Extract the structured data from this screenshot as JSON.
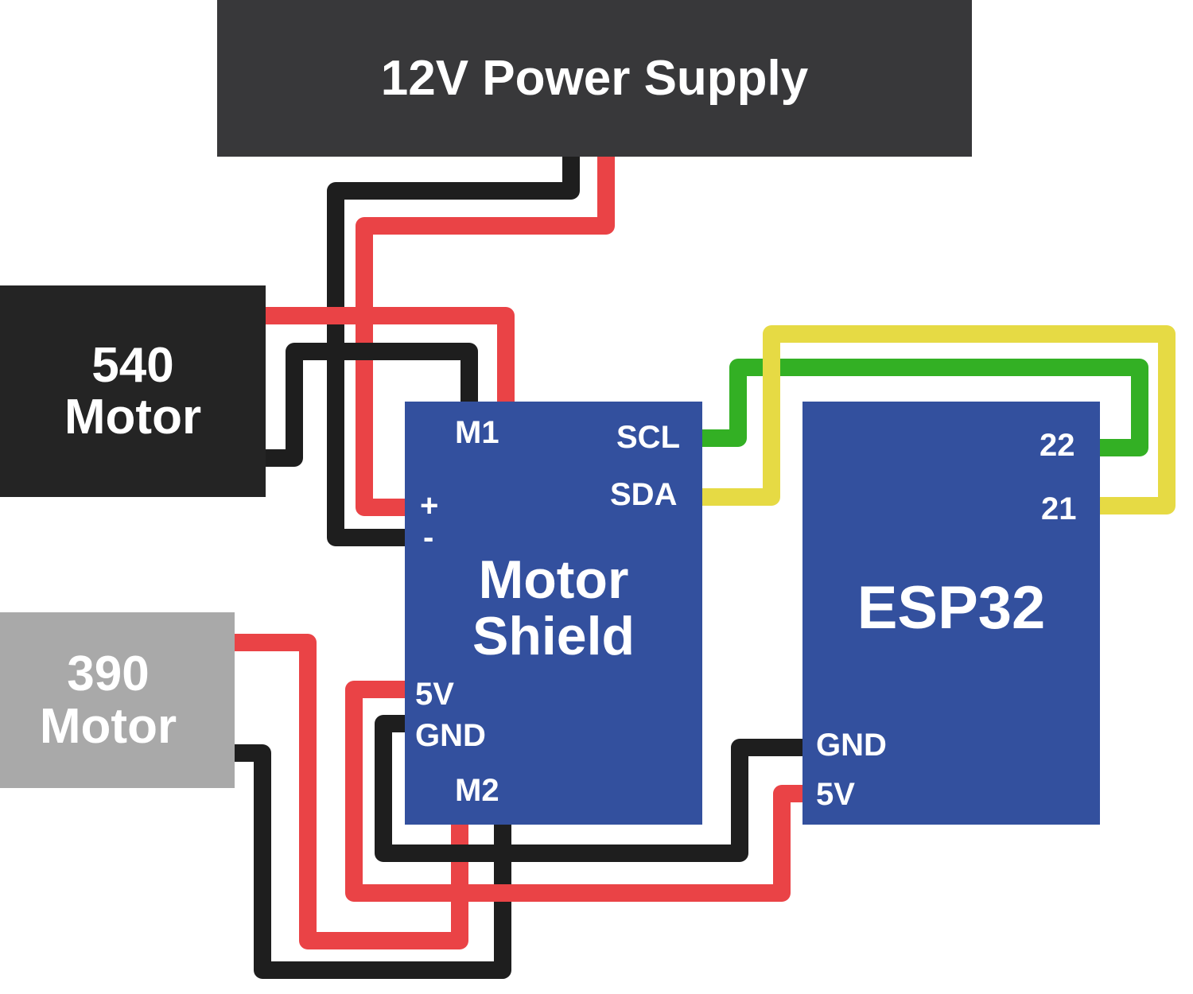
{
  "colors": {
    "power_supply": "#38383a",
    "motor_540": "#242424",
    "motor_390": "#a9a9a9",
    "board": "#33509e",
    "wire_red": "#ea4346",
    "wire_black": "#1e1e1e",
    "wire_yellow": "#e6da44",
    "wire_green": "#33b024",
    "text": "#ffffff"
  },
  "power_supply": {
    "label": "12V Power Supply"
  },
  "motor_540": {
    "line1": "540",
    "line2": "Motor"
  },
  "motor_390": {
    "line1": "390",
    "line2": "Motor"
  },
  "motor_shield": {
    "line1": "Motor",
    "line2": "Shield",
    "pins": {
      "m1": "M1",
      "plus": "+",
      "minus": "-",
      "scl": "SCL",
      "sda": "SDA",
      "v5": "5V",
      "gnd": "GND",
      "m2": "M2"
    }
  },
  "esp32": {
    "label": "ESP32",
    "pins": {
      "p22": "22",
      "p21": "21",
      "gnd": "GND",
      "v5": "5V"
    }
  },
  "wires": [
    {
      "name": "psu-red-to-shield-plus",
      "color": "red"
    },
    {
      "name": "psu-black-to-shield-minus",
      "color": "black"
    },
    {
      "name": "motor540-red-to-m1",
      "color": "red"
    },
    {
      "name": "motor540-black-to-m1",
      "color": "black"
    },
    {
      "name": "motor390-red-to-m2",
      "color": "red"
    },
    {
      "name": "motor390-black-to-m2",
      "color": "black"
    },
    {
      "name": "shield-5v-to-esp32-5v",
      "color": "red"
    },
    {
      "name": "shield-gnd-to-esp32-gnd",
      "color": "black"
    },
    {
      "name": "scl-to-22",
      "color": "green"
    },
    {
      "name": "sda-to-21",
      "color": "yellow"
    }
  ]
}
